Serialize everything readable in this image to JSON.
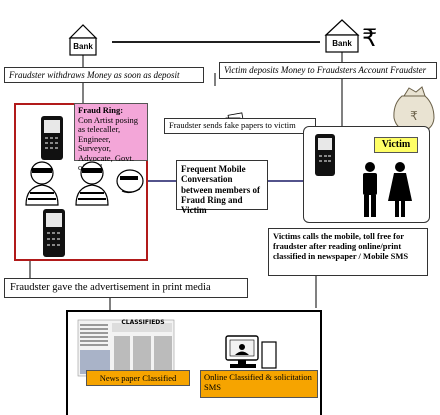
{
  "banks": [
    {
      "label": "Bank"
    },
    {
      "label": "Bank"
    }
  ],
  "currency_symbol": "₹",
  "captions": {
    "withdraw": "Fraudster withdraws Money as soon as deposit",
    "deposit": "Victim deposits Money to Fraudsters Account Fraudster",
    "fake_papers": "Fraudster sends fake papers to victim",
    "conversation": "Frequent Mobile Conversation between members of Fraud Ring and Victim",
    "victim_calls": "Victims calls the mobile, toll free for fraudster after reading online/print classified in newspaper / Mobile SMS",
    "advertisement": "Fraudster gave the advertisement in print media"
  },
  "fraud_ring": {
    "title": "Fraud Ring:",
    "desc": "Con Artist posing as telecaller, Engineer, Surveyor, Advocate, Govt. official"
  },
  "victim": {
    "label": "Victim"
  },
  "media": {
    "newspaper": "News paper Classified",
    "online": "Online Classified & solicitation SMS",
    "newspaper_header": "CLASSIFIEDS"
  },
  "colors": {
    "red_border": "#b11a1a",
    "pink": "#f3a6d8",
    "yellow": "#ffff66",
    "orange": "#f6a400",
    "navy": "#1a1a66"
  }
}
